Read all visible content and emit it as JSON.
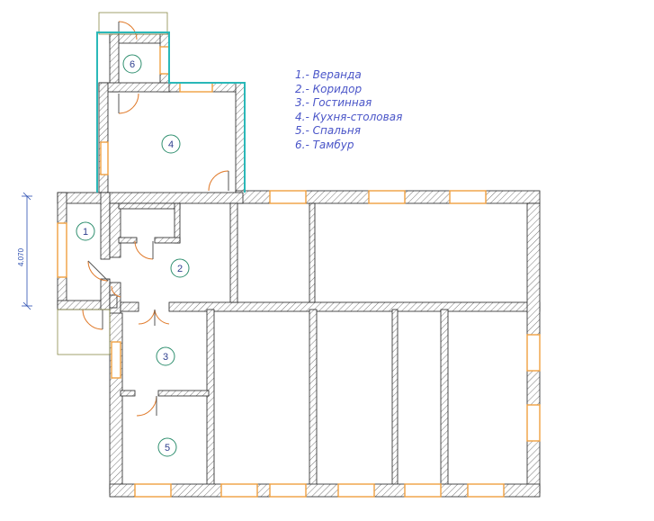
{
  "legend": [
    "1.- Веранда",
    "2.- Коридор",
    "3.- Гостинная",
    "4.- Кухня-столовая",
    "5.- Спальня",
    "6.- Тамбур"
  ],
  "rooms": [
    {
      "number": "1"
    },
    {
      "number": "2"
    },
    {
      "number": "3"
    },
    {
      "number": "4"
    },
    {
      "number": "5"
    },
    {
      "number": "6"
    }
  ],
  "dimension": {
    "value": "4.070"
  },
  "colors": {
    "wall_hatch": "#777777",
    "window": "#f0a040",
    "door": "#e07a2a",
    "outline_highlight": "#2ab8b8",
    "room_marker": "#2f8f6f",
    "dimension": "#2a4db0",
    "legend_text": "#4a55c8"
  }
}
